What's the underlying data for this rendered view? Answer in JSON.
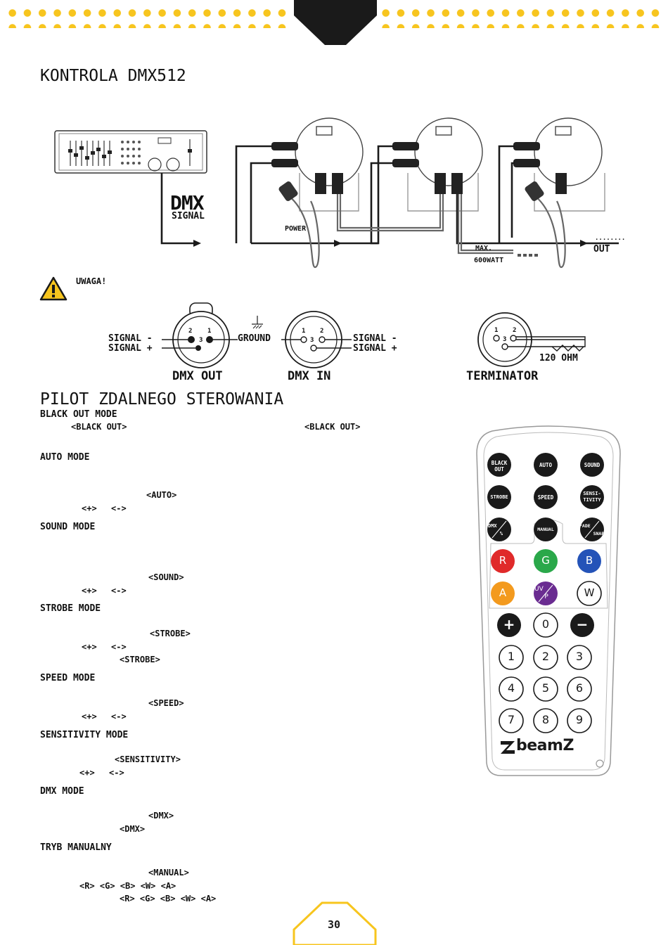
{
  "header": {
    "section_title": "KONTROLA DMX512"
  },
  "diagram": {
    "dmx_line1": "DMX",
    "dmx_line2": "SIGNAL",
    "power": "POWER",
    "max": "MAX.",
    "watt": "600WATT",
    "out": "OUT",
    "dots": "........"
  },
  "warning": {
    "label": "UWAGA!"
  },
  "connectors": {
    "signal_minus": "SIGNAL -",
    "signal_plus": "SIGNAL +",
    "ground": "GROUND",
    "dmx_out": "DMX OUT",
    "dmx_in": "DMX IN",
    "terminator": "TERMINATOR",
    "ohm": "120 OHM",
    "pin1": "1",
    "pin2": "2",
    "pin3": "3"
  },
  "remote_section": {
    "title": "PILOT ZDALNEGO STEROWANIA"
  },
  "modes": [
    {
      "heading": "BLACK OUT MODE",
      "lines": [
        "<BLACK OUT>",
        "<BLACK OUT>"
      ]
    },
    {
      "heading": "AUTO MODE",
      "lines": [
        "<AUTO>",
        "<+>",
        "<->"
      ]
    },
    {
      "heading": "SOUND MODE",
      "lines": [
        "<SOUND>",
        "<+>",
        "<->"
      ]
    },
    {
      "heading": "STROBE MODE",
      "lines": [
        "<STROBE>",
        "<+>",
        "<->",
        "<STROBE>"
      ]
    },
    {
      "heading": "SPEED MODE",
      "lines": [
        "<SPEED>",
        "<+>",
        "<->"
      ]
    },
    {
      "heading": "SENSITIVITY MODE",
      "lines": [
        "<SENSITIVITY>",
        "<+>",
        "<->"
      ]
    },
    {
      "heading": "DMX MODE",
      "lines": [
        "<DMX>",
        "<DMX>"
      ]
    },
    {
      "heading": "TRYB MANUALNY",
      "lines": [
        "<MANUAL>",
        "<R> <G> <B> <W> <A>",
        "<R> <G> <B> <W> <A>"
      ]
    }
  ],
  "remote": {
    "brand": "beamZ",
    "buttons": {
      "black_out_1": "BLACK",
      "black_out_2": "OUT",
      "auto": "AUTO",
      "sound": "SOUND",
      "strobe": "STROBE",
      "speed": "SPEED",
      "sensi_1": "SENSI-",
      "sensi_2": "TIVITY",
      "dmx_1": "DMX",
      "dmx_2": "%",
      "manual": "MANUAL",
      "fade_1": "FADE",
      "fade_2": "SNAP",
      "r": "R",
      "g": "G",
      "b": "B",
      "a": "A",
      "uv_1": "UV",
      "uv_2": "P",
      "w": "W",
      "plus": "+",
      "zero": "0",
      "minus": "−",
      "n1": "1",
      "n2": "2",
      "n3": "3",
      "n4": "4",
      "n5": "5",
      "n6": "6",
      "n7": "7",
      "n8": "8",
      "n9": "9"
    },
    "colors": {
      "r": "#e02a2a",
      "g": "#2aa84a",
      "b": "#2453b8",
      "a": "#f39a1e",
      "uv": "#6a2c91"
    }
  },
  "footer": {
    "page_number": "30"
  },
  "colors": {
    "accent": "#f7c51e",
    "dark": "#1a1a1a"
  }
}
